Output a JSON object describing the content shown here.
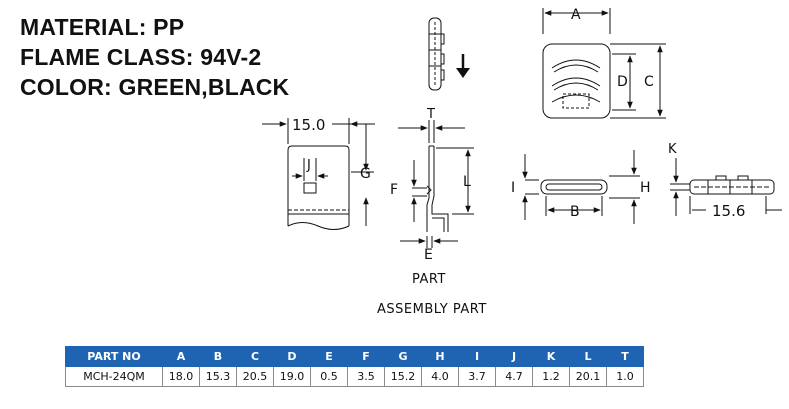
{
  "specs": {
    "material": "MATERIAL: PP",
    "flame_class": "FLAME CLASS: 94V-2",
    "color": "COLOR:  GREEN,BLACK"
  },
  "labels": {
    "A": "A",
    "B": "B",
    "C": "C",
    "D": "D",
    "E": "E",
    "F": "F",
    "G": "G",
    "H": "H",
    "I": "I",
    "J": "J",
    "K": "K",
    "L": "L",
    "T": "T",
    "dim_15_0": "15.0",
    "dim_15_6": "15.6"
  },
  "captions": {
    "part": "PART",
    "assembly": "ASSEMBLY PART"
  },
  "table": {
    "headers": [
      "PART NO",
      "A",
      "B",
      "C",
      "D",
      "E",
      "F",
      "G",
      "H",
      "I",
      "J",
      "K",
      "L",
      "T"
    ],
    "rows": [
      [
        "MCH-24QM",
        "18.0",
        "15.3",
        "20.5",
        "19.0",
        "0.5",
        "3.5",
        "15.2",
        "4.0",
        "3.7",
        "4.7",
        "1.2",
        "20.1",
        "1.0"
      ]
    ]
  }
}
